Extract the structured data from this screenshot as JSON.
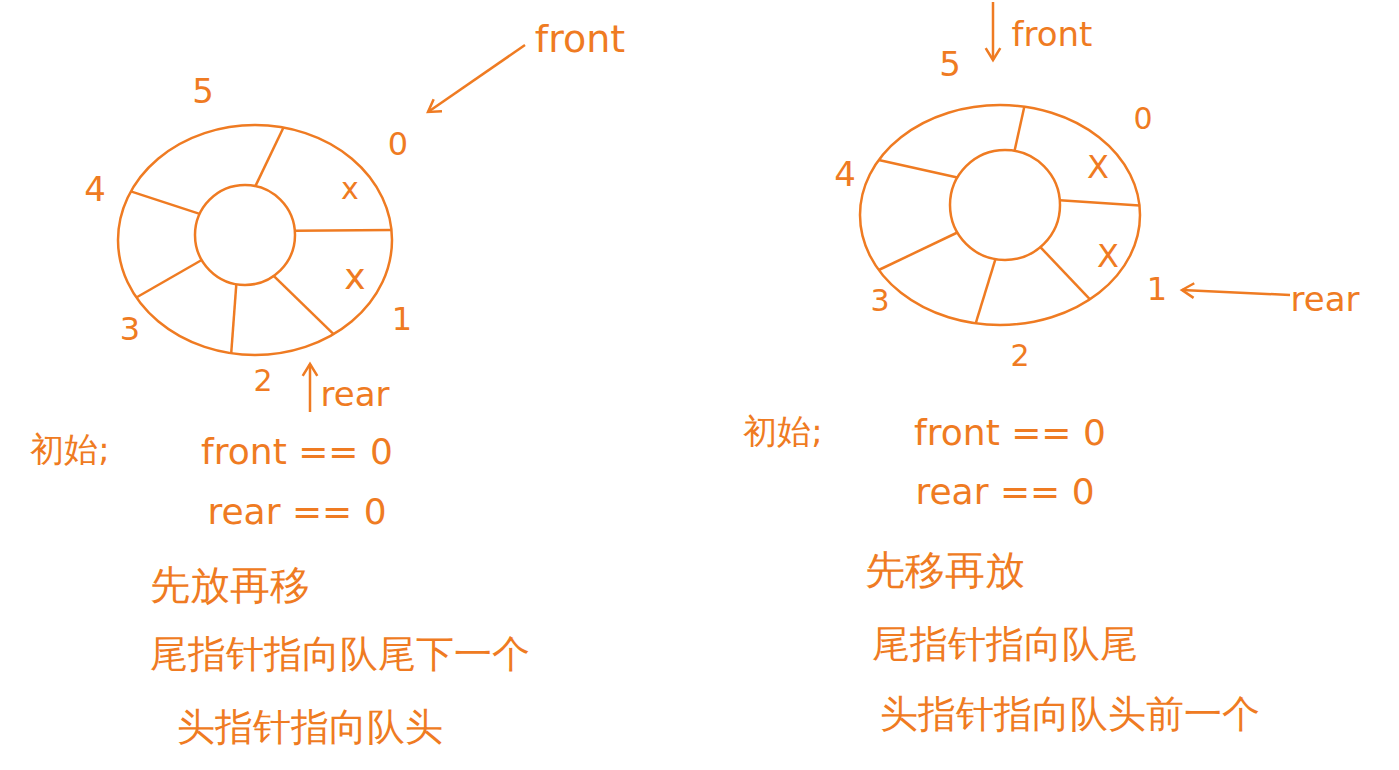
{
  "diagram": {
    "labels": [
      "front",
      "5",
      "0",
      "4",
      "x",
      "x",
      "1",
      "3",
      "2",
      "rear",
      "初始;",
      "front == 0",
      "rear == 0",
      "先放再移",
      "尾指针指向队尾下一个",
      "头指针指向队头",
      "front",
      "5",
      "0",
      "4",
      "X",
      "X",
      "3",
      "1",
      "rear",
      "2",
      "初始;",
      "front == 0",
      "rear == 0",
      "先移再放",
      "尾指针指向队尾",
      "头指针指向队头前一个"
    ]
  }
}
